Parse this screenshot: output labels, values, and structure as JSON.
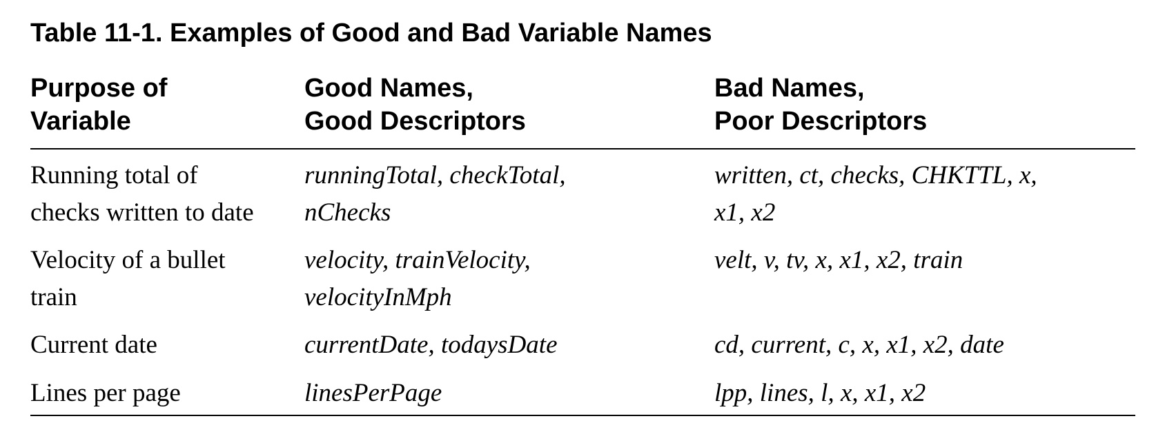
{
  "caption": "Table 11-1. Examples of Good and Bad Variable Names",
  "headers": [
    {
      "line1": "Purpose of",
      "line2": "Variable"
    },
    {
      "line1": "Good Names,",
      "line2": "Good Descriptors"
    },
    {
      "line1": "Bad Names,",
      "line2": "Poor Descriptors"
    }
  ],
  "rows": [
    {
      "purpose": [
        "Running total of",
        "checks written to date"
      ],
      "good": [
        "runningTotal, checkTotal,",
        "nChecks"
      ],
      "bad": [
        "written, ct, checks, CHKTTL, x,",
        "x1, x2"
      ]
    },
    {
      "purpose": [
        "Velocity of a bullet",
        "train"
      ],
      "good": [
        "velocity, trainVelocity,",
        "velocityInMph"
      ],
      "bad": [
        "velt, v, tv, x, x1, x2, train"
      ]
    },
    {
      "purpose": [
        "Current date"
      ],
      "good": [
        "currentDate, todaysDate"
      ],
      "bad": [
        "cd, current, c, x, x1, x2, date"
      ]
    },
    {
      "purpose": [
        "Lines per page"
      ],
      "good": [
        "linesPerPage"
      ],
      "bad": [
        "lpp, lines, l, x, x1, x2"
      ]
    }
  ]
}
